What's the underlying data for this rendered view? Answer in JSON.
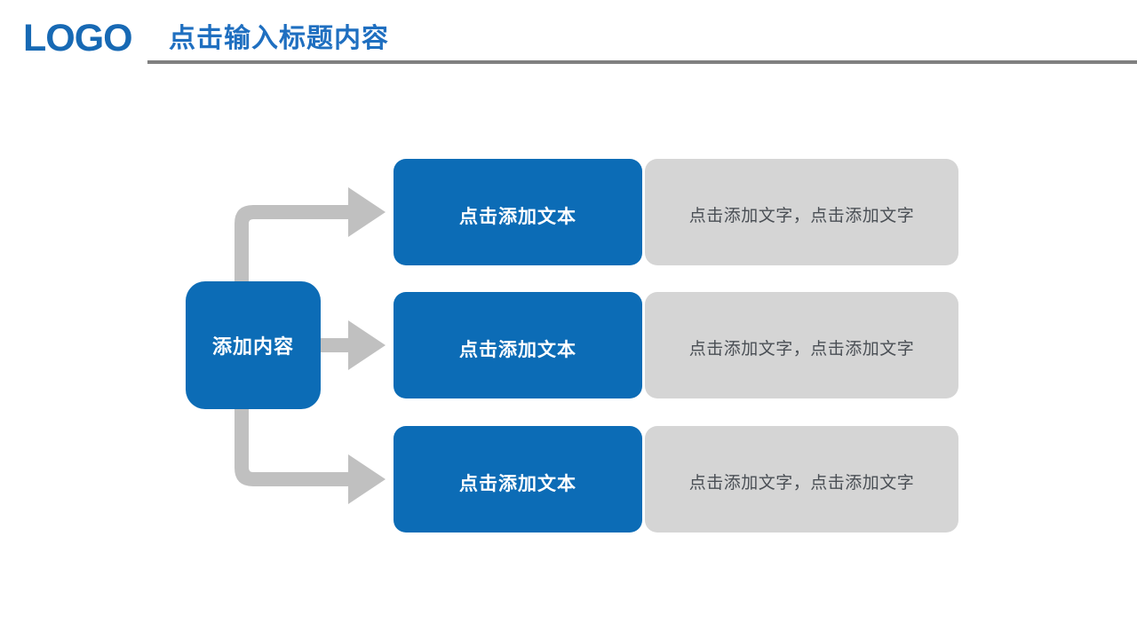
{
  "header": {
    "logo": "LOGO",
    "title": "点击输入标题内容",
    "logo_color": "#1769b4",
    "title_color": "#1f6fc0",
    "rule_color": "#808080"
  },
  "diagram": {
    "root": {
      "label": "添加内容",
      "color": "#0c6cb6"
    },
    "connector_color": "#c0c0c0",
    "rows": [
      {
        "blue_label": "点击添加文本",
        "gray_label": "点击添加文字，点击添加文字",
        "blue_color": "#0c6cb6",
        "gray_color": "#d5d5d5"
      },
      {
        "blue_label": "点击添加文本",
        "gray_label": "点击添加文字，点击添加文字",
        "blue_color": "#0c6cb6",
        "gray_color": "#d5d5d5"
      },
      {
        "blue_label": "点击添加文本",
        "gray_label": "点击添加文字，点击添加文字",
        "blue_color": "#0c6cb6",
        "gray_color": "#d5d5d5"
      }
    ]
  }
}
